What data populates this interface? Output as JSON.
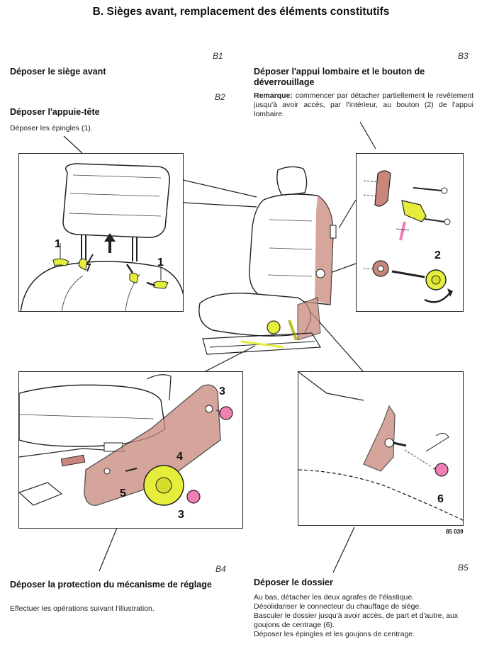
{
  "title": "B. Sièges avant, remplacement des éléments constitutifs",
  "left_col": {
    "b1_code": "B1",
    "b1_heading": "Déposer le siège avant",
    "b2_code": "B2",
    "b2_heading": "Déposer l'appuie-tête",
    "b2_text": "Déposer les épingles (1)."
  },
  "right_col": {
    "b3_code": "B3",
    "b3_heading": "Déposer l'appui lombaire et le bouton de déverrouillage",
    "b3_remark_label": "Remarque:",
    "b3_remark_text": "commencer par détacher partiellement le revêtement jusqu'à avoir accès, par l'intérieur, au bouton (2) de l'appui lombaire."
  },
  "callouts": {
    "c1_left": "1",
    "c1_right": "1",
    "c2": "2",
    "c3_top": "3",
    "c3_bottom": "3",
    "c4": "4",
    "c5": "5",
    "c6": "6"
  },
  "figure_ref": "85 039",
  "bottom_left": {
    "code": "B4",
    "heading": "Déposer la protection du mécanisme de réglage",
    "text": "Effectuer les opérations suivant l'illustration."
  },
  "bottom_right": {
    "code": "B5",
    "heading": "Déposer le dossier",
    "lines": [
      "Au bas, détacher les deux agrafes de l'élastique.",
      "Désolidariser le connecteur du chauffage de siège.",
      "Basculer le dossier jusqu'à avoir accès, de part et d'autre, aux goujons de centrage (6).",
      "Déposer les épingles et les goujons de centrage."
    ]
  },
  "colors": {
    "highlight_yellow": "#e6ee3c",
    "highlight_pink": "#f07fb4",
    "shading_red": "#c8877a"
  }
}
